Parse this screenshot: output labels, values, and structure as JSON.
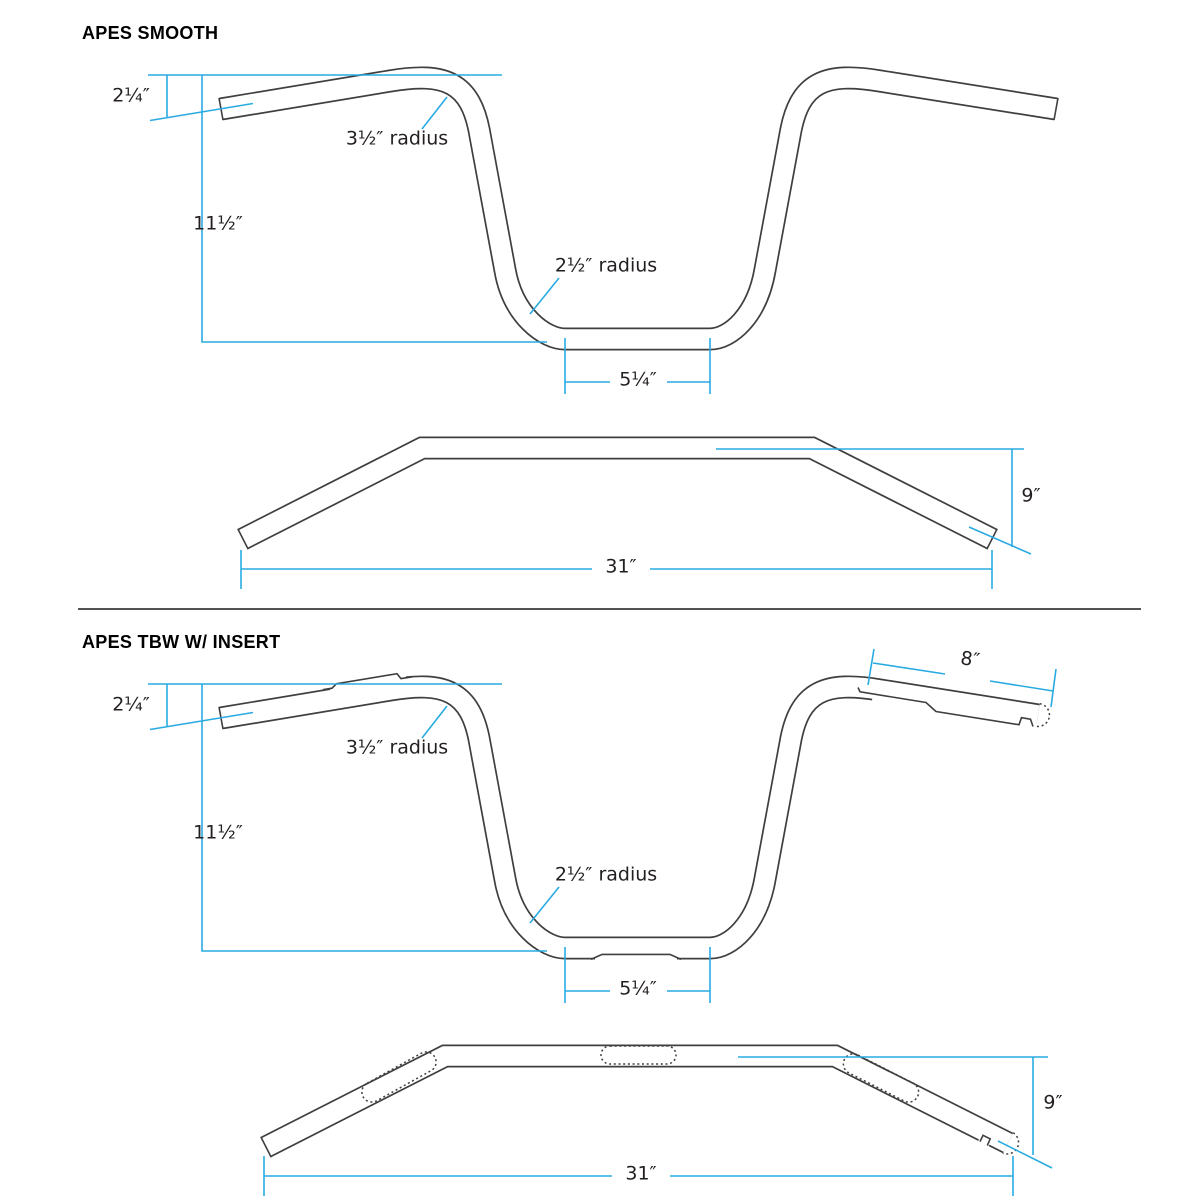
{
  "colors": {
    "dimension_line": "#29abe2",
    "line_art": "#3f3f3f",
    "label_text": "#231f20"
  },
  "sections": [
    {
      "title": "APES SMOOTH",
      "front_view": {
        "pullback": "2¹⁄₄″",
        "top_bend_radius": "3¹⁄₂″ radius",
        "rise": "11¹⁄₂″",
        "bottom_bend_radius": "2¹⁄₂″ radius",
        "center_width": "5¹⁄₄″"
      },
      "top_view": {
        "overall_width": "31″",
        "pullback_depth": "9″"
      }
    },
    {
      "title": "APES TBW W/ INSERT",
      "front_view": {
        "pullback": "2¹⁄₄″",
        "top_bend_radius": "3¹⁄₂″ radius",
        "rise": "11¹⁄₂″",
        "bottom_bend_radius": "2¹⁄₂″ radius",
        "center_width": "5¹⁄₄″",
        "insert_length": "8″"
      },
      "top_view": {
        "overall_width": "31″",
        "pullback_depth": "9″"
      }
    }
  ]
}
